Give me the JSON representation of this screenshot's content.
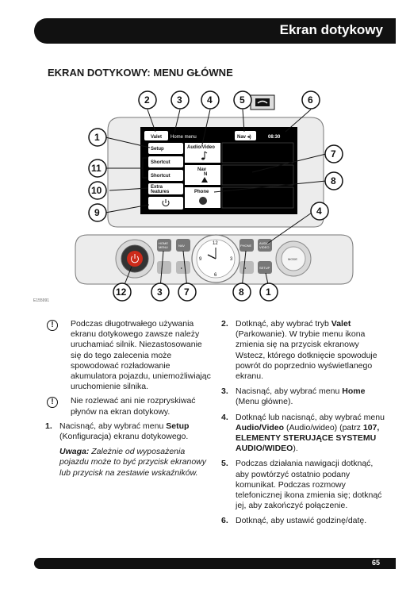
{
  "header": {
    "title": "Ekran dotykowy"
  },
  "section": {
    "title": "EKRAN DOTYKOWY: MENU GŁÓWNE"
  },
  "figure": {
    "id": "E155991",
    "screen": {
      "valet": "Valet",
      "home_menu": "Home menu",
      "nav_mute": "Nav ◂)",
      "clock": "08:30",
      "setup": "Setup",
      "shortcut_1": "Shortcut",
      "shortcut_2": "Shortcut",
      "extra_features_1": "Extra",
      "extra_features_2": "features",
      "audio_video": "Audio/Video",
      "nav": "Nav",
      "nav_n": "N",
      "phone": "Phone"
    },
    "console": {
      "home_menu_btn_1": "HOME",
      "home_menu_btn_2": "MENU",
      "nav_btn": "NAV",
      "phone_btn": "PHONE",
      "audio_video_btn_1": "AUDIO",
      "audio_video_btn_2": "VIDEO",
      "setup_btn": "SETUP",
      "mode_btn": "MODE"
    },
    "callouts": {
      "c1": "1",
      "c2": "2",
      "c3": "3",
      "c4": "4",
      "c5": "5",
      "c6": "6",
      "c7": "7",
      "c8": "8",
      "c9": "9",
      "c10": "10",
      "c11": "11",
      "c12": "12",
      "b12": "12",
      "b3": "3",
      "b7": "7",
      "b8": "8",
      "b1": "1",
      "r4": "4",
      "r7": "7",
      "r8": "8"
    },
    "colors": {
      "header_bg": "#111111",
      "callout_stroke": "#111111",
      "screen_bg": "#000000"
    }
  },
  "left": {
    "warning1": "Podczas długotrwałego używania ekranu dotykowego zawsze należy uruchamiać silnik. Niezastosowanie się do tego zalecenia może spowodować rozładowanie akumulatora pojazdu, uniemożliwiając uruchomienie silnika.",
    "warning2": "Nie rozlewać ani nie rozpryskiwać płynów na ekran dotykowy.",
    "item1": {
      "num": "1.",
      "pre": "Nacisnąć, aby wybrać menu ",
      "bold": "Setup",
      "post": " (Konfiguracja) ekranu dotykowego."
    },
    "note": {
      "label": "Uwaga:",
      "text": " Zależnie od wyposażenia pojazdu może to być przycisk ekranowy lub przycisk na zestawie wskaźników."
    }
  },
  "right": {
    "item2": {
      "num": "2.",
      "pre": "Dotknąć, aby wybrać tryb ",
      "bold": "Valet",
      "post": " (Parkowanie). W trybie menu ikona zmienia się na przycisk ekranowy Wstecz, którego dotknięcie spowoduje powrót do poprzednio wyświetlanego ekranu."
    },
    "item3": {
      "num": "3.",
      "pre": "Nacisnąć, aby wybrać menu ",
      "bold": "Home",
      "post": " (Menu główne)."
    },
    "item4": {
      "num": "4.",
      "pre": "Dotknąć lub nacisnąć, aby wybrać menu ",
      "bold": "Audio/Video",
      "mid": " (Audio/wideo) (patrz ",
      "bold2": "107, ELEMENTY STERUJĄCE SYSTEMU AUDIO/WIDEO",
      "post": ")."
    },
    "item5": {
      "num": "5.",
      "text": "Podczas działania nawigacji dotknąć, aby powtórzyć ostatnio podany komunikat. Podczas rozmowy telefonicznej ikona zmienia się; dotknąć jej, aby zakończyć połączenie."
    },
    "item6": {
      "num": "6.",
      "text": "Dotknąć, aby ustawić godzinę/datę."
    }
  },
  "footer": {
    "page": "65"
  }
}
